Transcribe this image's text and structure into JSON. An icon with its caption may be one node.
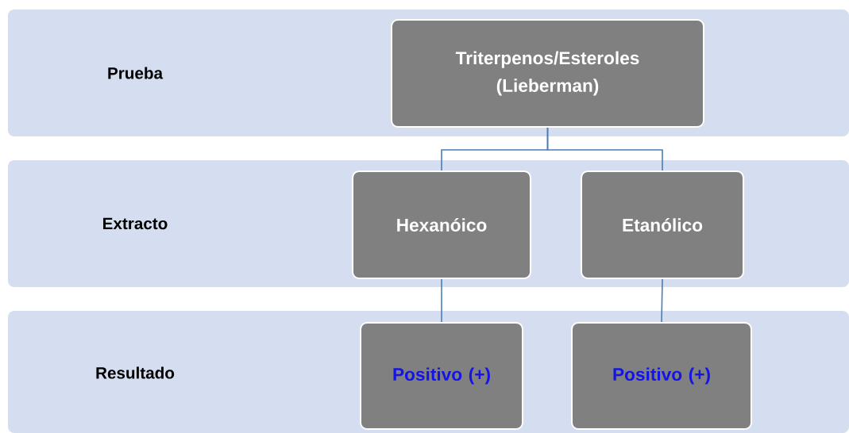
{
  "diagram": {
    "nodes": [
      {
        "text": [
          "Prueba"
        ]
      },
      {
        "text": [
          "Triterpenos/Esteroles (Lieberman)"
        ],
        "in": 0
      },
      {
        "text": [
          "Extracto"
        ]
      },
      {
        "text": [
          "Hexanóico"
        ],
        "in": 2
      },
      {
        "text": [
          "Etanólico"
        ],
        "in": 2
      },
      {
        "text": [
          "Resultado"
        ]
      },
      {
        "text": [
          "Positivo (+)"
        ],
        "in": 5
      },
      {
        "text": [
          "Positivo (+)"
        ],
        "in": 5
      }
    ],
    "edges": [
      {
        "from": 1,
        "to": 3,
        "arrow": "none"
      },
      {
        "from": 1,
        "to": 4,
        "arrow": "none"
      },
      {
        "from": 3,
        "to": 6,
        "arrow": "none"
      },
      {
        "from": 4,
        "to": 7,
        "arrow": "none"
      }
    ]
  }
}
